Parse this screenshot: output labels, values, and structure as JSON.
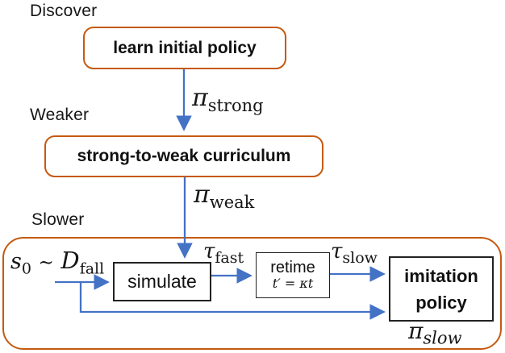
{
  "colors": {
    "accent_orange": "#c55a11",
    "arrow_blue": "#4472c4",
    "box_border_black": "#222222",
    "text_black": "#161616"
  },
  "labels": {
    "discover": "Discover",
    "weaker": "Weaker",
    "slower": "Slower"
  },
  "boxes": {
    "learn_initial_policy": "learn initial policy",
    "curriculum": "strong-to-weak curriculum",
    "simulate": "simulate",
    "retime_title": "retime",
    "retime_formula": "t′ = κt",
    "imitation_line1": "imitation",
    "imitation_line2": "policy"
  },
  "math": {
    "pi_strong": {
      "sym": "π",
      "sub": "strong"
    },
    "pi_weak": {
      "sym": "π",
      "sub": "weak"
    },
    "tau_fast": {
      "sym": "τ",
      "sub": "fast"
    },
    "tau_slow": {
      "sym": "τ",
      "sub": "slow"
    },
    "pi_slow": {
      "sym": "π",
      "sub": "slow"
    },
    "init_state": {
      "s": "s",
      "s_sub": "0",
      "tilde": "∼",
      "D": "D",
      "D_sub": "fall"
    }
  }
}
